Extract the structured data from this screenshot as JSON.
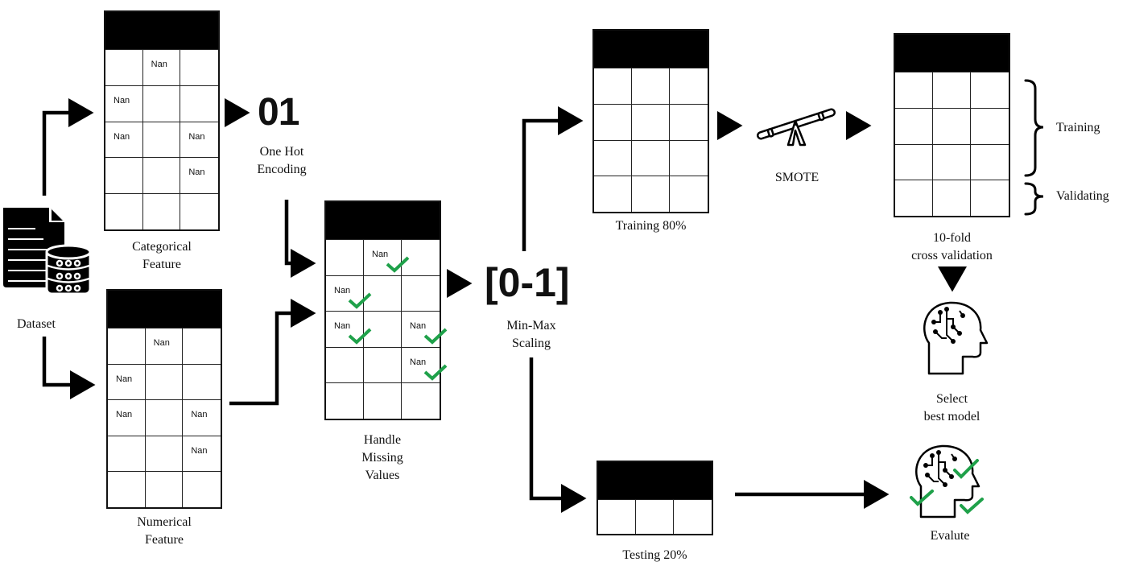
{
  "diagram": {
    "dataset": {
      "label": "Dataset",
      "icon": "document-database-icon"
    },
    "categorical": {
      "label": "Categorical\nFeature",
      "rows": [
        [
          "",
          "Nan",
          ""
        ],
        [
          "Nan",
          "",
          ""
        ],
        [
          "Nan",
          "",
          "Nan"
        ],
        [
          "",
          "",
          "Nan"
        ],
        [
          "",
          "",
          ""
        ]
      ]
    },
    "numerical": {
      "label": "Numerical\nFeature",
      "rows": [
        [
          "",
          "Nan",
          ""
        ],
        [
          "Nan",
          "",
          ""
        ],
        [
          "Nan",
          "",
          "Nan"
        ],
        [
          "",
          "",
          "Nan"
        ],
        [
          "",
          "",
          ""
        ]
      ]
    },
    "one_hot": {
      "symbol": "01",
      "label": "One Hot\nEncoding"
    },
    "handle_missing": {
      "label": "Handle\nMissing\nValues",
      "rows": [
        [
          "",
          "Nan",
          ""
        ],
        [
          "Nan",
          "",
          ""
        ],
        [
          "Nan",
          "",
          "Nan"
        ],
        [
          "",
          "",
          "Nan"
        ],
        [
          "",
          "",
          ""
        ]
      ],
      "check_color": "#1fa14a"
    },
    "min_max": {
      "symbol": "[0-1]",
      "label": "Min-Max\nScaling"
    },
    "training_split": {
      "label": "Training 80%",
      "rows": 4
    },
    "testing_split": {
      "label": "Testing 20%",
      "rows": 1
    },
    "smote": {
      "label": "SMOTE",
      "icon": "seesaw-icon"
    },
    "cross_validation": {
      "label": "10-fold\ncross validation",
      "rows": 4,
      "brace_training": "Training",
      "brace_validating": "Validating"
    },
    "select_model": {
      "label": "Select\nbest model",
      "icon": "ai-head-icon"
    },
    "evaluate": {
      "label": "Evalute",
      "icon": "ai-head-check-icon"
    }
  }
}
